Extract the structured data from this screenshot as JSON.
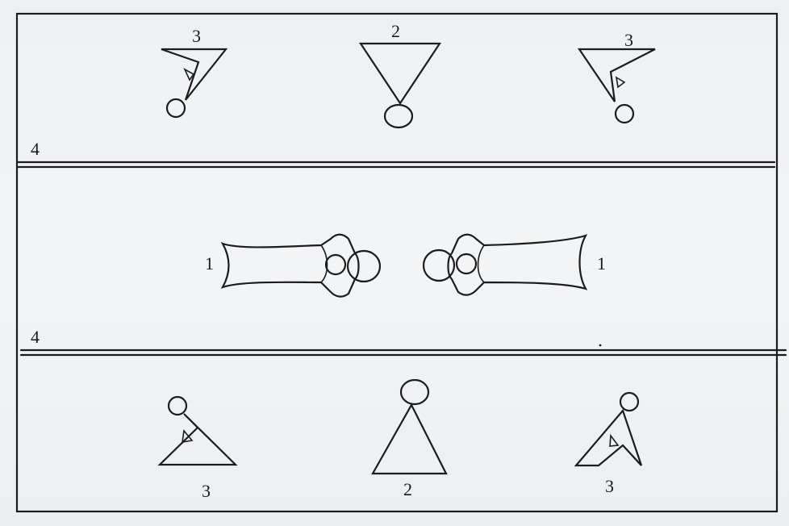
{
  "labels": {
    "top_left_player": "3",
    "top_center_player": "2",
    "top_right_player": "3",
    "upper_line": "4",
    "left_bone": "1",
    "right_bone": "1",
    "lower_line": "4",
    "bottom_left_player": "3",
    "bottom_center_player": "2",
    "bottom_right_player": "3"
  },
  "colors": {
    "ink": "#1c1c1c",
    "paper": "#f2f3f4"
  }
}
